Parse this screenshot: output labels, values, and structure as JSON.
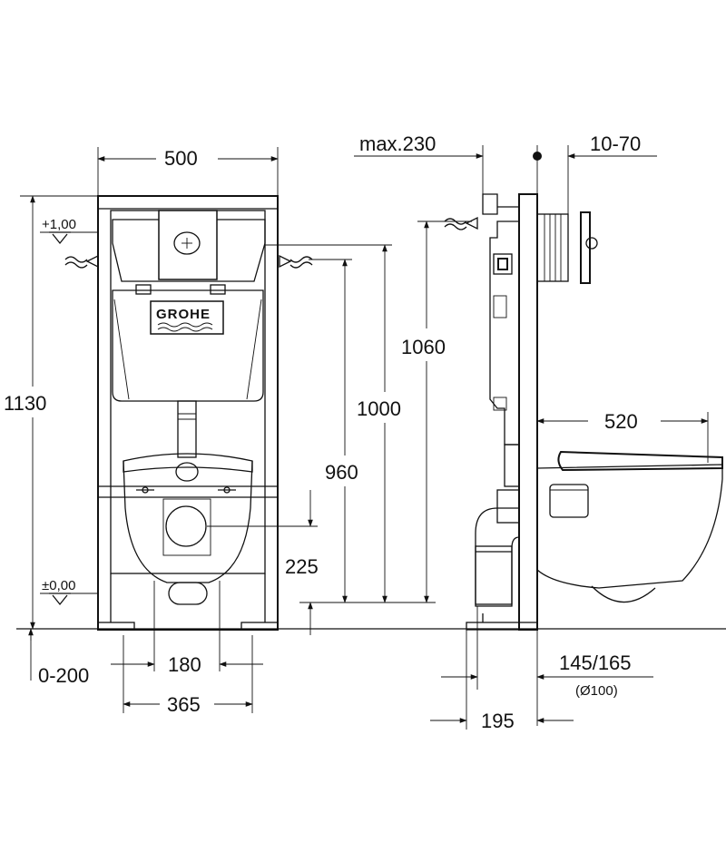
{
  "brand": {
    "logo_text": "GROHE"
  },
  "dimensions": {
    "frame_width": "500",
    "max_depth": "max.230",
    "plate_range": "10-70",
    "total_height": "1130",
    "level_top": "+1,00",
    "level_zero": "±0,00",
    "h1060": "1060",
    "h1000": "1000",
    "h960": "960",
    "h225": "225",
    "bowl_length": "520",
    "floor_range": "0-200",
    "bolt_spacing": "180",
    "leg_spacing": "365",
    "outlet_offset": "145/165",
    "outlet_diameter": "(Ø100)",
    "frame_depth": "195"
  }
}
